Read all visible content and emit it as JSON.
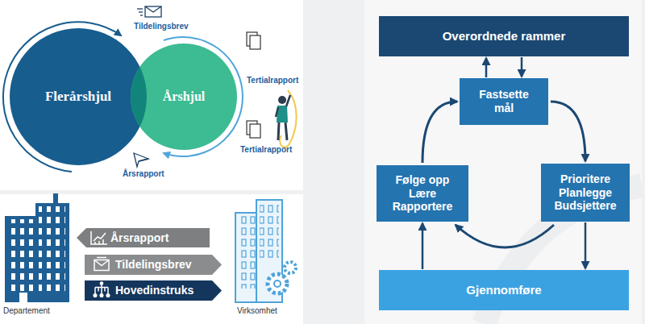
{
  "diagram": {
    "nodes": [
      {
        "text": [
          "Flerårshjul"
        ]
      },
      {
        "text": [
          "Årshjul"
        ]
      },
      {
        "text": [
          "Årsrapport"
        ]
      },
      {
        "text": [
          "Tildelingsbrev"
        ]
      },
      {
        "text": [
          "Hovedinstruks"
        ]
      },
      {
        "text": [
          "Overordnede rammer"
        ]
      },
      {
        "text": [
          "Fastsette mål"
        ]
      },
      {
        "text": [
          "Følge opp Lære Rapportere"
        ]
      },
      {
        "text": [
          "Prioritere Planlegge Budsjettere"
        ]
      },
      {
        "text": [
          "Gjennomføre"
        ]
      }
    ],
    "edges": [
      {
        "from": 6,
        "to": 5,
        "arrow": "to"
      },
      {
        "from": 5,
        "to": 6,
        "arrow": "to"
      },
      {
        "from": 6,
        "to": 8,
        "arrow": "to"
      },
      {
        "from": 8,
        "to": 7,
        "arrow": "to"
      },
      {
        "from": 7,
        "to": 6,
        "arrow": "to"
      },
      {
        "from": 8,
        "to": 9,
        "arrow": "to"
      },
      {
        "from": 9,
        "to": 7,
        "arrow": "to"
      }
    ],
    "labels": [
      "Tildelingsbrev",
      "Tertialrapport",
      "Tertialrapport",
      "Årsrapport",
      "Departement",
      "Virksomhet"
    ]
  }
}
